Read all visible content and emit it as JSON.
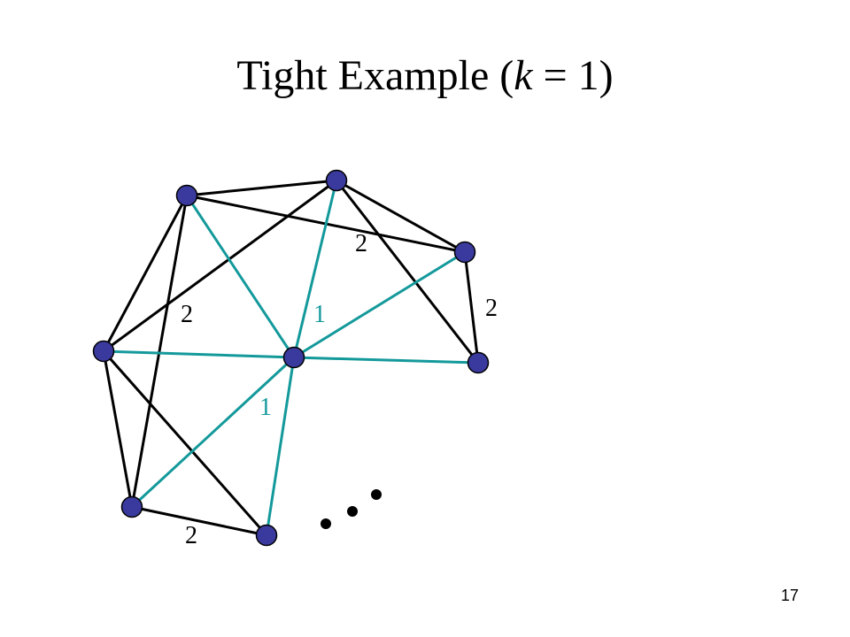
{
  "slide": {
    "title_prefix": "Tight Example (",
    "title_var": "k",
    "title_suffix": " = 1)",
    "page_number": "17"
  },
  "colors": {
    "node_fill": "#3a3a9e",
    "black_edge": "#000000",
    "teal_edge": "#14999b"
  },
  "graph": {
    "nodes": [
      "A",
      "B",
      "C",
      "D",
      "E",
      "F",
      "G",
      "H",
      "I"
    ],
    "black_edges": [
      [
        "A",
        "B"
      ],
      [
        "A",
        "C"
      ],
      [
        "A",
        "D"
      ],
      [
        "A",
        "G"
      ],
      [
        "B",
        "C"
      ],
      [
        "B",
        "E"
      ],
      [
        "B",
        "D"
      ],
      [
        "C",
        "E"
      ],
      [
        "D",
        "G"
      ],
      [
        "D",
        "H"
      ],
      [
        "G",
        "H"
      ]
    ],
    "teal_edges": [
      [
        "F",
        "A"
      ],
      [
        "F",
        "B"
      ],
      [
        "F",
        "C"
      ],
      [
        "F",
        "D"
      ],
      [
        "F",
        "E"
      ],
      [
        "F",
        "G"
      ],
      [
        "F",
        "H"
      ]
    ],
    "edge_labels": [
      {
        "text": "2",
        "color": "#000000"
      },
      {
        "text": "2",
        "color": "#000000"
      },
      {
        "text": "2",
        "color": "#000000"
      },
      {
        "text": "1",
        "color": "#14999b"
      },
      {
        "text": "1",
        "color": "#14999b"
      },
      {
        "text": "2",
        "color": "#000000"
      }
    ]
  }
}
